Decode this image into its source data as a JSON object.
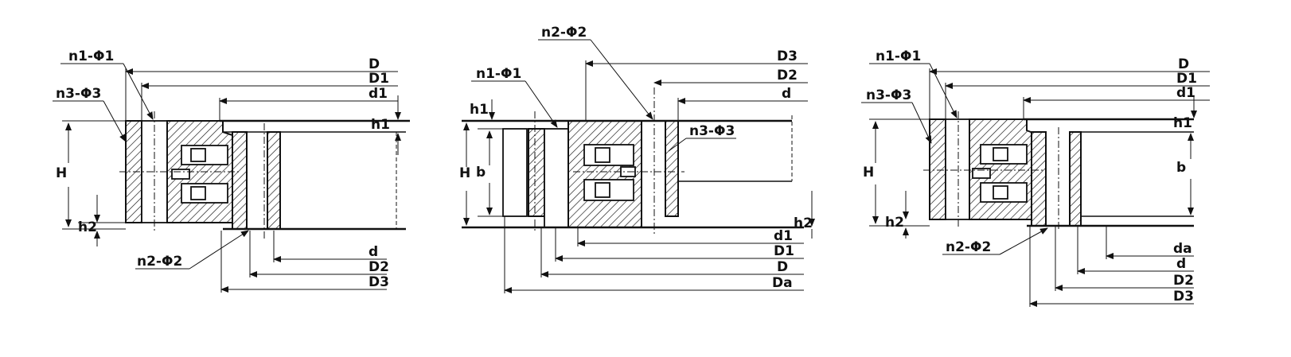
{
  "drawings": [
    {
      "id": "left",
      "labels": {
        "n1": "n1-Φ1",
        "n3": "n3-Φ3",
        "n2": "n2-Φ2",
        "D": "D",
        "D1": "D1",
        "d1": "d1",
        "h1": "h1",
        "H": "H",
        "h2": "h2",
        "d": "d",
        "D2": "D2",
        "D3": "D3"
      }
    },
    {
      "id": "middle",
      "labels": {
        "n2": "n2-Φ2",
        "n1": "n1-Φ1",
        "n3": "n3-Φ3",
        "D3": "D3",
        "D2": "D2",
        "d": "d",
        "h1": "h1",
        "H": "H",
        "b": "b",
        "h2": "h2",
        "d1": "d1",
        "D1": "D1",
        "D": "D",
        "Da": "Da"
      }
    },
    {
      "id": "right",
      "labels": {
        "n1": "n1-Φ1",
        "n3": "n3-Φ3",
        "n2": "n2-Φ2",
        "D": "D",
        "D1": "D1",
        "d1": "d1",
        "h1": "h1",
        "H": "H",
        "b": "b",
        "h2": "h2",
        "da": "da",
        "d": "d",
        "D2": "D2",
        "D3": "D3"
      }
    }
  ]
}
